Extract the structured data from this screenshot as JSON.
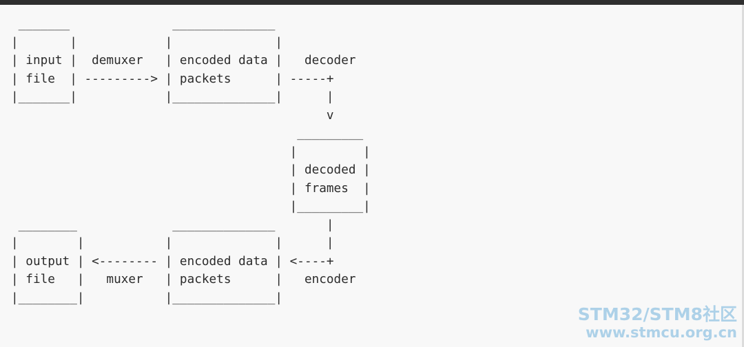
{
  "diagram": {
    "lines": [
      " _______              ______________",
      "|       |            |              |",
      "| input |  demuxer   | encoded data |   decoder",
      "| file  | ---------> | packets      | -----+",
      "|_______|            |______________|      |",
      "                                           v",
      "                                       _________",
      "                                      |         |",
      "                                      | decoded |",
      "                                      | frames  |",
      "                                      |_________|",
      " ________             ______________       |",
      "|        |           |              |      |",
      "| output | <-------- | encoded data | <----+",
      "| file   |   muxer   | packets      |   encoder",
      "|________|           |______________|"
    ]
  },
  "watermark": {
    "line1": "STM32/STM8社区",
    "line2": "www.stmcu.org.cn"
  }
}
